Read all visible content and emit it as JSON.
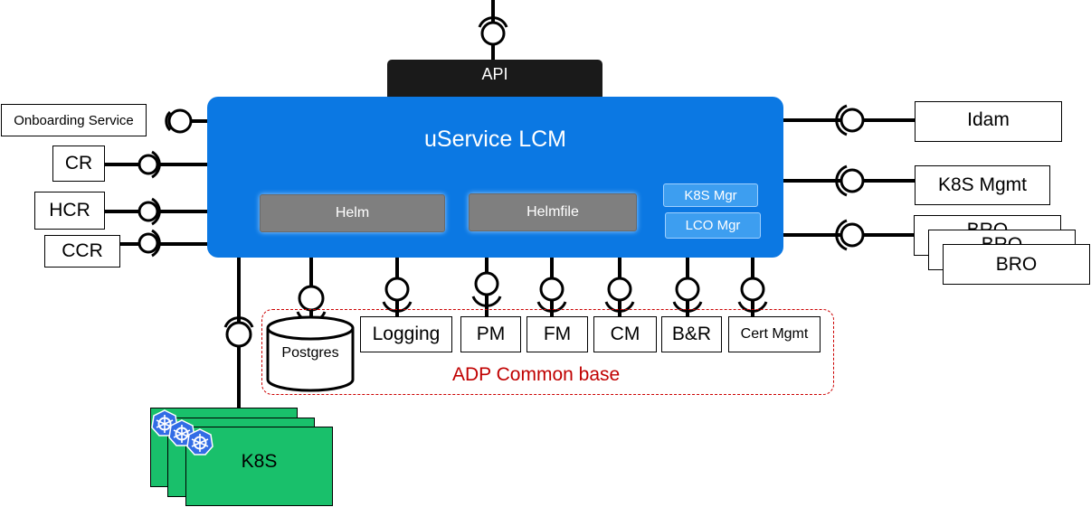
{
  "api": {
    "label": "API"
  },
  "lcm": {
    "title": "uService LCM",
    "components": {
      "helm": "Helm",
      "helmfile": "Helmfile",
      "k8s_mgr": "K8S Mgr",
      "lco_mgr": "LCO Mgr"
    }
  },
  "left_services": {
    "onboarding": "Onboarding Service",
    "cr": "CR",
    "hcr": "HCR",
    "ccr": "CCR"
  },
  "right_services": {
    "idam": "Idam",
    "k8s_mgmt": "K8S Mgmt",
    "bro": [
      "BRO",
      "BRO",
      "BRO"
    ]
  },
  "common_base": {
    "label": "ADP Common base",
    "postgres": "Postgres",
    "services": {
      "logging": "Logging",
      "pm": "PM",
      "fm": "FM",
      "cm": "CM",
      "br": "B&R",
      "cert": "Cert Mgmt"
    }
  },
  "k8s": {
    "label": "K8S",
    "icon": "kubernetes-icon"
  },
  "colors": {
    "lcm_blue": "#0b78e3",
    "k8s_green": "#19c06b",
    "adp_red": "#cc0000",
    "api_dark": "#1a1a1a"
  }
}
